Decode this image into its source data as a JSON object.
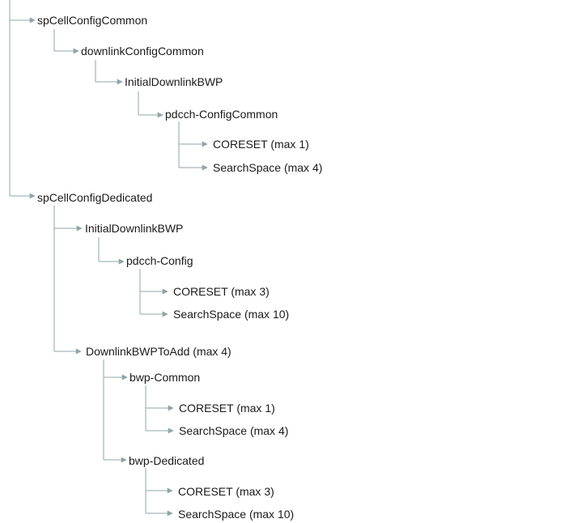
{
  "colors": {
    "connector": "#8fa5a8",
    "text": "#1a1a1a"
  },
  "nodes": {
    "sp_cell_config_common": "spCellConfigCommon",
    "downlink_config_common": "downlinkConfigCommon",
    "initial_downlink_bwp_common": "InitialDownlinkBWP",
    "pdcch_config_common": "pdcch-ConfigCommon",
    "coreset_common": "CORESET (max 1)",
    "searchspace_common": "SearchSpace (max 4)",
    "sp_cell_config_dedicated": "spCellConfigDedicated",
    "initial_downlink_bwp_dedicated": "InitialDownlinkBWP",
    "pdcch_config": "pdcch-Config",
    "coreset_dedicated": "CORESET (max 3)",
    "searchspace_dedicated": "SearchSpace (max 10)",
    "downlink_bwp_to_add": "DownlinkBWPToAdd (max 4)",
    "bwp_common": "bwp-Common",
    "bwp_common_coreset": "CORESET (max 1)",
    "bwp_common_searchspace": "SearchSpace (max 4)",
    "bwp_dedicated": "bwp-Dedicated",
    "bwp_dedicated_coreset": "CORESET (max 3)",
    "bwp_dedicated_searchspace": "SearchSpace (max 10)"
  }
}
